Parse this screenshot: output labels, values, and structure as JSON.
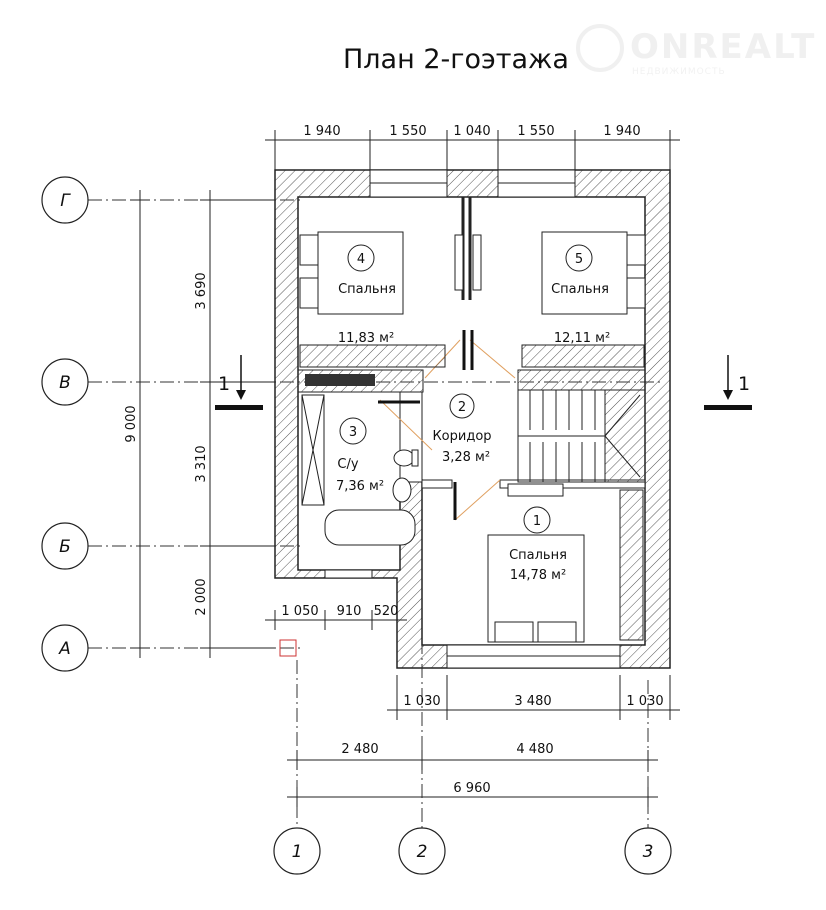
{
  "title": "План 2-гоэтажа",
  "watermark": {
    "brand": "ONREALT",
    "sub": "НЕДВИЖИМОСТЬ"
  },
  "axes": {
    "rows": [
      "Г",
      "В",
      "Б",
      "А"
    ],
    "cols": [
      "1",
      "2",
      "3"
    ]
  },
  "section_mark": "1",
  "dimensions": {
    "top": [
      "1 940",
      "1 550",
      "1 040",
      "1 550",
      "1 940"
    ],
    "left_inner": [
      "3 690",
      "3 310",
      "2 000"
    ],
    "left_total": "9 000",
    "bath_bottom": [
      "1 050",
      "910",
      "520"
    ],
    "bottom_wall": [
      "1 030",
      "3 480",
      "1 030"
    ],
    "bottom_axes": [
      "2 480",
      "4 480"
    ],
    "bottom_total": "6 960"
  },
  "rooms": [
    {
      "num": "1",
      "name": "Спальня",
      "area": "14,78 м²"
    },
    {
      "num": "2",
      "name": "Коридор",
      "area": "3,28 м²"
    },
    {
      "num": "3",
      "name": "С/у",
      "area": "7,36 м²"
    },
    {
      "num": "4",
      "name": "Спальня",
      "area": "11,83 м²"
    },
    {
      "num": "5",
      "name": "Спальня",
      "area": "12,11 м²"
    }
  ]
}
